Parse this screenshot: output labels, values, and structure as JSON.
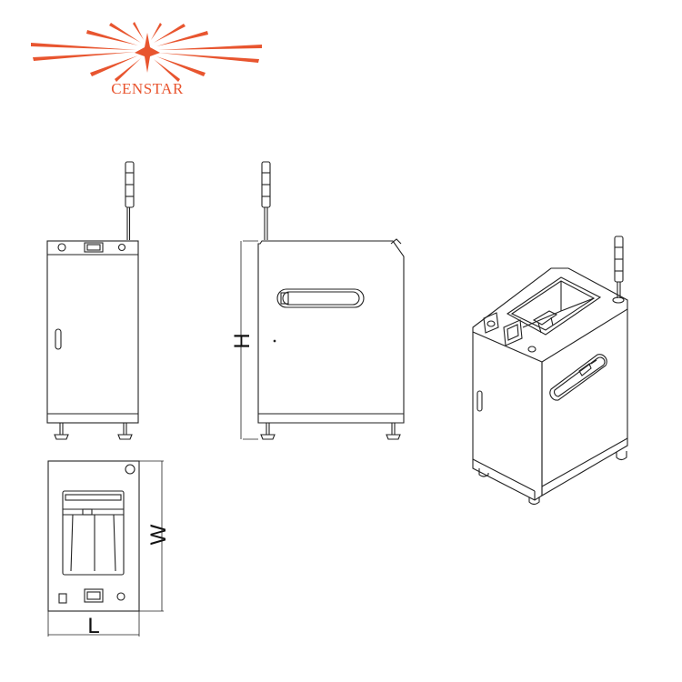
{
  "logo": {
    "text": "CENSTAR",
    "color": "#e8552f"
  },
  "dimensions": {
    "height": "H",
    "width": "W",
    "length": "L"
  },
  "views": [
    "front-view",
    "side-view",
    "top-view",
    "isometric-view"
  ]
}
